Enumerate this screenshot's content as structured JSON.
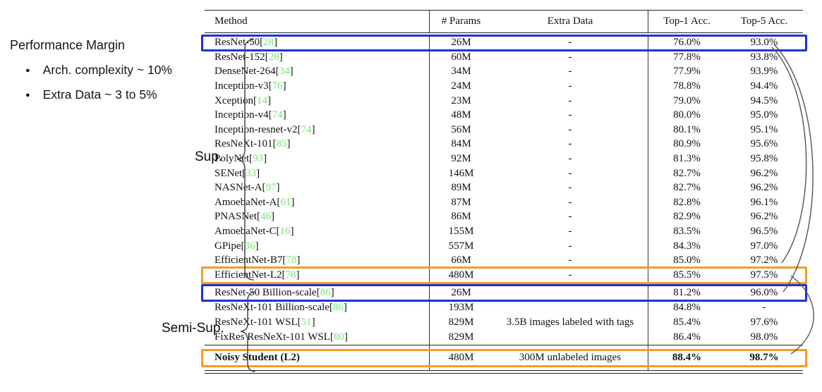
{
  "annotation": {
    "title": "Performance Margin",
    "bullets": [
      "Arch. complexity ~ 10%",
      "Extra Data ~ 3 to 5%"
    ]
  },
  "group_labels": {
    "sup": "Sup.",
    "semi": "Semi-Sup."
  },
  "colors": {
    "highlight_blue": "#1c32d9",
    "highlight_orange": "#F59B25",
    "citation_green": "#72E572",
    "arrow_gray": "#555555"
  },
  "table": {
    "headers": [
      "Method",
      "# Params",
      "Extra Data",
      "Top-1 Acc.",
      "Top-5 Acc."
    ],
    "sup_rows": [
      {
        "method": "ResNet-50",
        "cite": "28",
        "params": "26M",
        "extra": "-",
        "top1": "76.0%",
        "top5": "93.0%",
        "highlight": "blue"
      },
      {
        "method": "ResNet-152",
        "cite": "28",
        "params": "60M",
        "extra": "-",
        "top1": "77.8%",
        "top5": "93.8%"
      },
      {
        "method": "DenseNet-264",
        "cite": "34",
        "params": "34M",
        "extra": "-",
        "top1": "77.9%",
        "top5": "93.9%"
      },
      {
        "method": "Inception-v3",
        "cite": "76",
        "params": "24M",
        "extra": "-",
        "top1": "78.8%",
        "top5": "94.4%"
      },
      {
        "method": "Xception",
        "cite": "14",
        "params": "23M",
        "extra": "-",
        "top1": "79.0%",
        "top5": "94.5%"
      },
      {
        "method": "Inception-v4",
        "cite": "74",
        "params": "48M",
        "extra": "-",
        "top1": "80.0%",
        "top5": "95.0%"
      },
      {
        "method": "Inception-resnet-v2",
        "cite": "74",
        "params": "56M",
        "extra": "-",
        "top1": "80.1%",
        "top5": "95.1%"
      },
      {
        "method": "ResNeXt-101",
        "cite": "85",
        "params": "84M",
        "extra": "-",
        "top1": "80.9%",
        "top5": "95.6%"
      },
      {
        "method": "PolyNet",
        "cite": "93",
        "params": "92M",
        "extra": "-",
        "top1": "81.3%",
        "top5": "95.8%"
      },
      {
        "method": "SENet",
        "cite": "33",
        "params": "146M",
        "extra": "-",
        "top1": "82.7%",
        "top5": "96.2%"
      },
      {
        "method": "NASNet-A",
        "cite": "97",
        "params": "89M",
        "extra": "-",
        "top1": "82.7%",
        "top5": "96.2%"
      },
      {
        "method": "AmoebaNet-A",
        "cite": "61",
        "params": "87M",
        "extra": "-",
        "top1": "82.8%",
        "top5": "96.1%"
      },
      {
        "method": "PNASNet",
        "cite": "46",
        "params": "86M",
        "extra": "-",
        "top1": "82.9%",
        "top5": "96.2%"
      },
      {
        "method": "AmoebaNet-C",
        "cite": "16",
        "params": "155M",
        "extra": "-",
        "top1": "83.5%",
        "top5": "96.5%"
      },
      {
        "method": "GPipe",
        "cite": "36",
        "params": "557M",
        "extra": "-",
        "top1": "84.3%",
        "top5": "97.0%"
      },
      {
        "method": "EfficientNet-B7",
        "cite": "78",
        "params": "66M",
        "extra": "-",
        "top1": "85.0%",
        "top5": "97.2%"
      },
      {
        "method": "EfficientNet-L2",
        "cite": "78",
        "params": "480M",
        "extra": "-",
        "top1": "85.5%",
        "top5": "97.5%",
        "highlight": "orange"
      }
    ],
    "semi_rows": [
      {
        "method": "ResNet-50 Billion-scale",
        "cite": "86",
        "params": "26M",
        "extra": "",
        "top1": "81.2%",
        "top5": "96.0%",
        "highlight": "blue"
      },
      {
        "method": "ResNeXt-101 Billion-scale",
        "cite": "86",
        "params": "193M",
        "extra": "",
        "top1": "84.8%",
        "top5": "-"
      },
      {
        "method": "ResNeXt-101 WSL",
        "cite": "51",
        "params": "829M",
        "extra": "",
        "top1": "85.4%",
        "top5": "97.6%"
      },
      {
        "method": "FixRes ResNeXt-101 WSL",
        "cite": "80",
        "params": "829M",
        "extra": "",
        "top1": "86.4%",
        "top5": "98.0%"
      }
    ],
    "semi_extra_label": "3.5B images labeled with tags",
    "noisy_row": {
      "method": "Noisy Student (L2)",
      "params": "480M",
      "extra": "300M unlabeled images",
      "top1": "88.4%",
      "top5": "98.7%",
      "highlight": "orange",
      "bold": true
    }
  },
  "arrows": [
    {
      "from": "ResNet-50",
      "to": "EfficientNet-L2"
    },
    {
      "from": "ResNet-50",
      "to": "ResNet-50 Billion-scale"
    },
    {
      "from": "EfficientNet-L2",
      "to": "Noisy Student (L2)"
    }
  ]
}
